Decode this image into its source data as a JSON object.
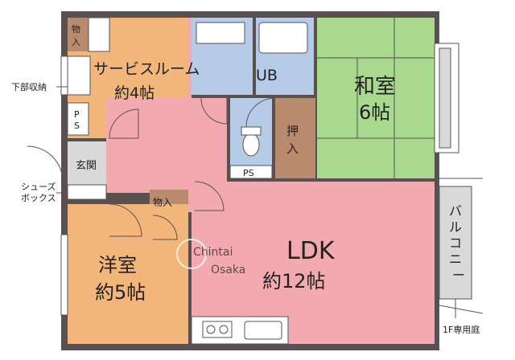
{
  "rooms": {
    "service_room": {
      "name": "サービスルーム",
      "size": "約4帖",
      "color": "#f2b57a"
    },
    "washitsu": {
      "name": "和室",
      "size": "6帖",
      "color": "#a8d98f"
    },
    "ldk": {
      "name": "LDK",
      "size": "約12帖",
      "color": "#f2a9b0"
    },
    "youshitsu": {
      "name": "洋室",
      "size": "約5帖",
      "color": "#f2b57a"
    },
    "ub": {
      "name": "UB",
      "color": "#b5cbe8"
    },
    "oshiire": {
      "name": "押入",
      "color": "#b88b6e"
    },
    "genkan": {
      "name": "玄関",
      "color": "#d9d9d9"
    },
    "ps_top": {
      "name": "PS"
    },
    "ps_toilet": {
      "name": "PS"
    },
    "monoire_top": {
      "name": "物入"
    },
    "monoire_mid": {
      "name": "物入"
    }
  },
  "labels": {
    "shita_bu_shuuno": "下部収納",
    "shoes_box_line1": "シューズ",
    "shoes_box_line2": "ボックス",
    "balcony": "バルコニー",
    "private_garden": "1F専用庭"
  },
  "watermark": {
    "line1": "Chintai",
    "line2": "Osaka"
  }
}
